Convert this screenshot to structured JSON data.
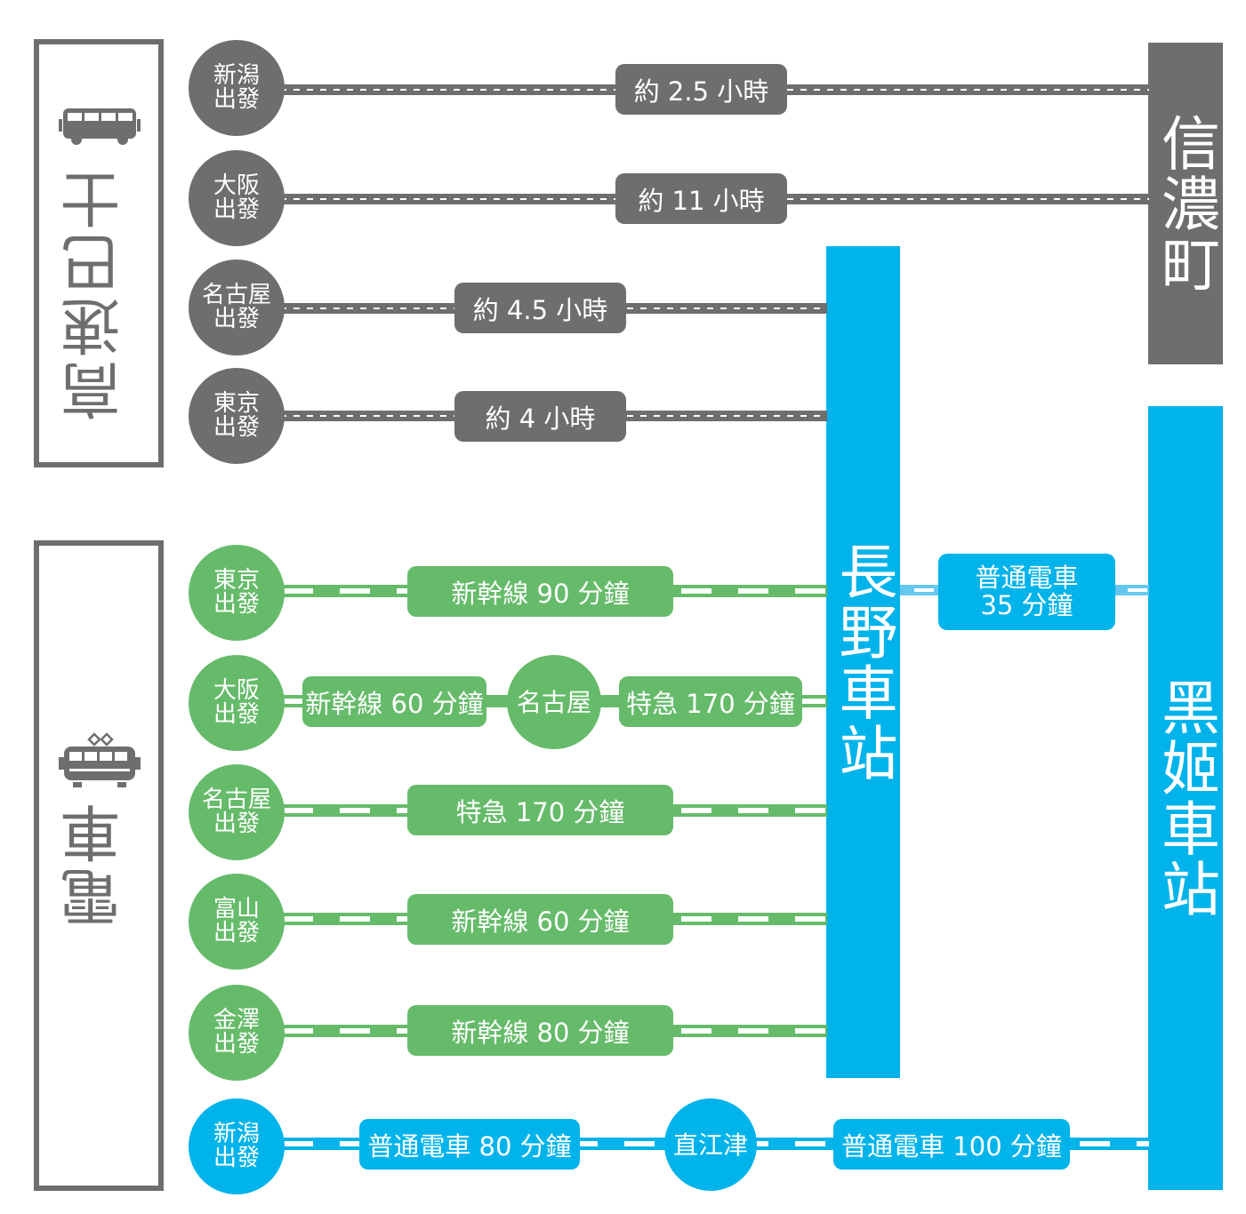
{
  "categories": {
    "bus": {
      "label": "高速巴士"
    },
    "train": {
      "label": "電車"
    }
  },
  "stations": {
    "shinanomachi": "信濃町",
    "nagano": "長野車站",
    "kurohime": "黑姬車站"
  },
  "bus_routes": [
    {
      "origin_line1": "新潟",
      "origin_line2": "出發",
      "duration": "約 2.5 小時"
    },
    {
      "origin_line1": "大阪",
      "origin_line2": "出發",
      "duration": "約 11 小時"
    },
    {
      "origin_line1": "名古屋",
      "origin_line2": "出發",
      "duration": "約 4.5 小時"
    },
    {
      "origin_line1": "東京",
      "origin_line2": "出發",
      "duration": "約 4 小時"
    }
  ],
  "train_routes": [
    {
      "origin_line1": "東京",
      "origin_line2": "出發",
      "duration": "新幹線 90 分鐘"
    },
    {
      "origin_line1": "大阪",
      "origin_line2": "出發",
      "duration": "新幹線 60 分鐘",
      "via": "名古屋",
      "duration2": "特急 170 分鐘"
    },
    {
      "origin_line1": "名古屋",
      "origin_line2": "出發",
      "duration": "特急 170 分鐘"
    },
    {
      "origin_line1": "富山",
      "origin_line2": "出發",
      "duration": "新幹線 60 分鐘"
    },
    {
      "origin_line1": "金澤",
      "origin_line2": "出發",
      "duration": "新幹線 80 分鐘"
    },
    {
      "origin_line1": "新潟",
      "origin_line2": "出發",
      "duration": "普通電車 80 分鐘",
      "via": "直江津",
      "duration2": "普通電車 100 分鐘"
    }
  ],
  "transfer": {
    "line1": "普通電車",
    "line2": "35 分鐘"
  },
  "colors": {
    "bus_gray": "#6e6e6e",
    "shinkansen_green": "#66bb6a",
    "local_blue": "#00b3ea"
  },
  "icons": {
    "bus": "bus-icon",
    "train": "train-icon"
  }
}
